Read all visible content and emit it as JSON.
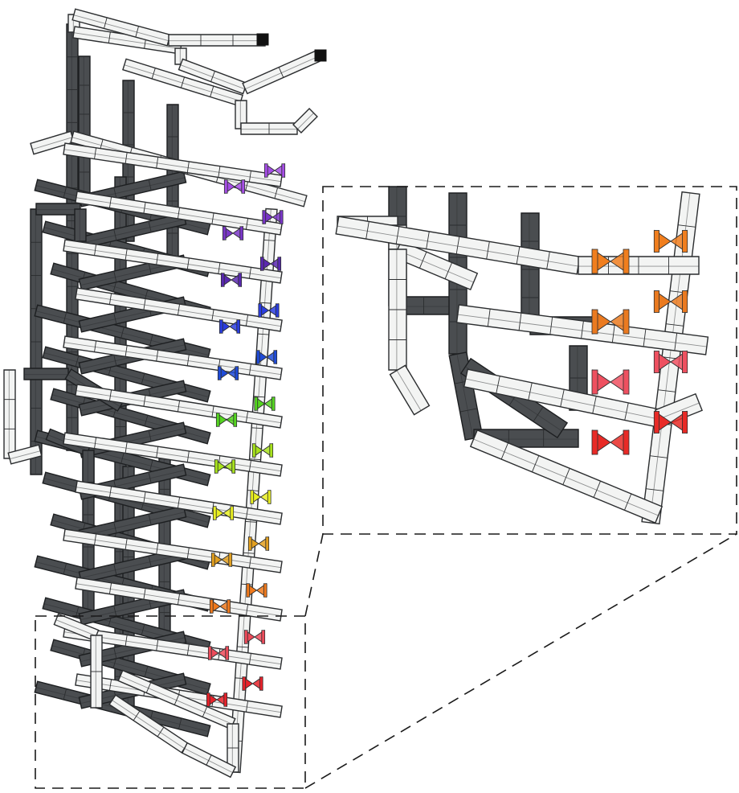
{
  "figure": {
    "kind": "3d-lattice-structure-with-zoom-inset",
    "colors": {
      "beam_light": "#f3f4f3",
      "beam_dark": "#4a4d50",
      "outline": "#2b2d2f",
      "frame": "#1a1a1a"
    },
    "twist_color_gradient": [
      "#a64ee6",
      "#7a36c8",
      "#5a28b0",
      "#2a3de0",
      "#1f4bd8",
      "#55d620",
      "#a8e31c",
      "#e9ef22",
      "#e3a020",
      "#f17a1c",
      "#ee4b5a",
      "#e8222a"
    ],
    "main_twist_rows": 12,
    "inset_twist_rows": 4,
    "inset_colors": [
      "#f07e1e",
      "#ea7a20",
      "#ee5060",
      "#e82a26"
    ],
    "callout": "dashed-rectangle-zoom-from-bottom-of-main-structure"
  }
}
